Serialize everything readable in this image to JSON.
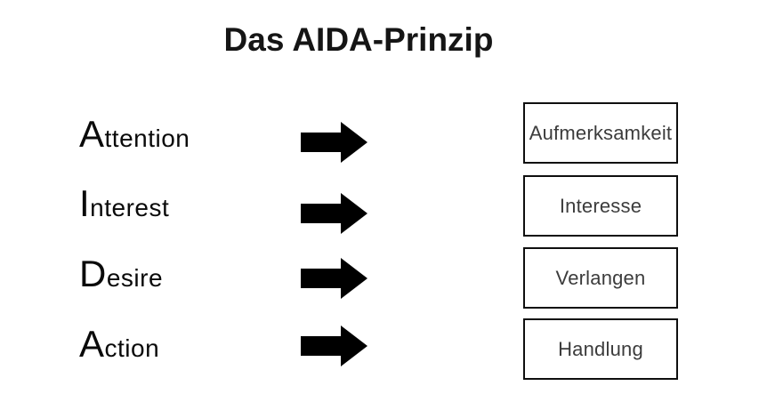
{
  "page": {
    "title": "Das AIDA-Prinzip"
  },
  "colors": {
    "background": "#ffffff",
    "title_text": "#151515",
    "term_text": "#0a0a0a",
    "arrow_fill": "#000000",
    "box_border": "#0f0f0f",
    "box_text": "#3c3c3c"
  },
  "rows": [
    {
      "term": "Attention",
      "term_initial": "A",
      "term_rest": "ttention",
      "arrow_icon": "right-arrow-icon",
      "translation": "Aufmerksamkeit"
    },
    {
      "term": "Interest",
      "term_initial": "I",
      "term_rest": "nterest",
      "arrow_icon": "right-arrow-icon",
      "translation": "Interesse"
    },
    {
      "term": "Desire",
      "term_initial": "D",
      "term_rest": "esire",
      "arrow_icon": "right-arrow-icon",
      "translation": "Verlangen"
    },
    {
      "term": "Action",
      "term_initial": "A",
      "term_rest": "ction",
      "arrow_icon": "right-arrow-icon",
      "translation": "Handlung"
    }
  ]
}
